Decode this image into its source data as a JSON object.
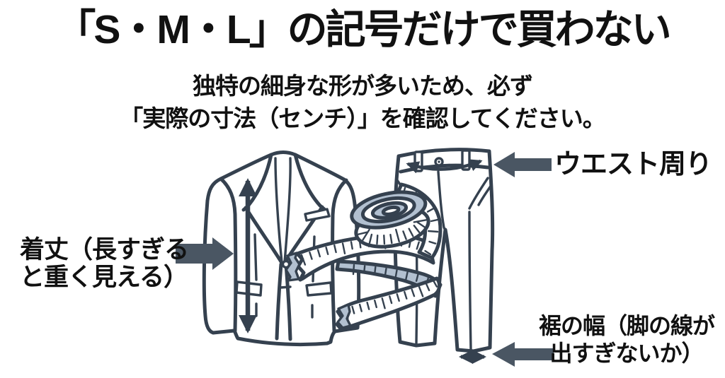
{
  "title": "「S・M・L」の記号だけで買わない",
  "subtitle": {
    "line1": "独特の細身な形が多いため、必ず",
    "line2": "「実際の寸法（センチ）」を確認してください。"
  },
  "annotations": {
    "jacket_length": {
      "line1": "着丈（長すぎる",
      "line2": "と重く見える）"
    },
    "waist": {
      "label": "ウエスト周り"
    },
    "hem_width": {
      "line1": "裾の幅（脚の線が",
      "line2": "出すぎないか）"
    }
  },
  "illustration": {
    "items": [
      "suit-jacket",
      "trousers",
      "rolled-measuring-tape"
    ],
    "measure_marks": [
      "jacket-length-vertical-arrow",
      "waist-curved-arrow",
      "hem-width-double-arrow"
    ]
  },
  "colors": {
    "outline": "#35414f",
    "arrow": "#4a5663",
    "tape_shade": "#b2c0d0",
    "text": "#111111",
    "background": "#ffffff"
  }
}
